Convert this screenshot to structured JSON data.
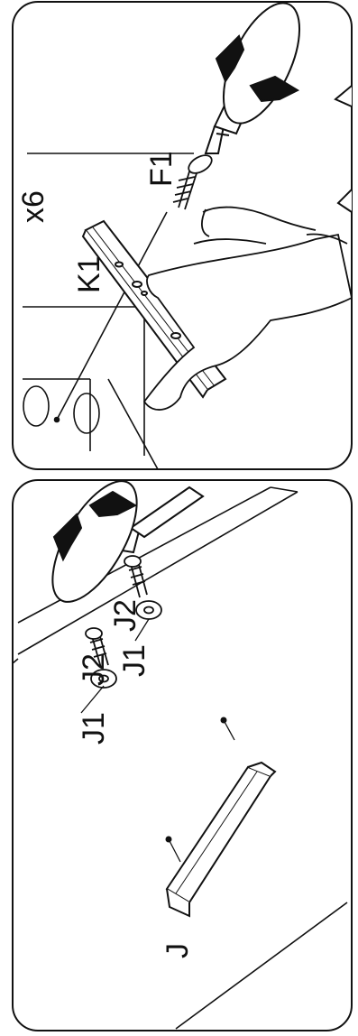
{
  "panels": {
    "top": {
      "multiplier": "x6",
      "part_labels": [
        "F1",
        "K1"
      ]
    },
    "bottom": {
      "part_labels": [
        "J2",
        "J1",
        "J2",
        "J1",
        "J"
      ]
    }
  },
  "colors": {
    "line": "#111111",
    "panel_fill": "#ffffff"
  },
  "icons": [
    "screwdriver-icon",
    "rotation-arrow-icon",
    "screw-icon",
    "washer-icon",
    "hand-icon",
    "drawer-runner-icon",
    "handle-icon"
  ]
}
